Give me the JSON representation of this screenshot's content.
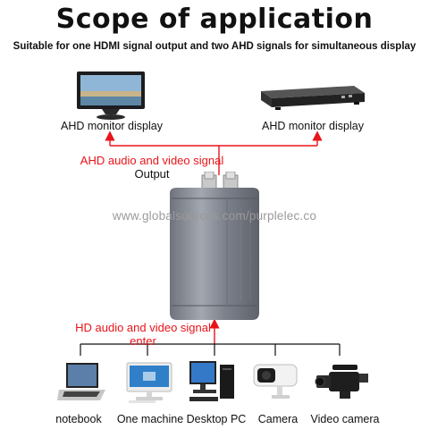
{
  "header": {
    "title": "Scope of application",
    "subtitle": "Suitable for one HDMI signal output and two AHD signals for simultaneous display"
  },
  "outputs": [
    {
      "label": "AHD monitor display",
      "icon": "monitor-icon"
    },
    {
      "label": "AHD monitor display",
      "icon": "dvr-recorder-icon"
    }
  ],
  "output_signal": {
    "line1": "AHD audio and video signal",
    "line2": "Output"
  },
  "watermark": "www.globalsources.com/purplelec.co",
  "input_signal": {
    "line1": "HD audio and video signal",
    "line2": "enter"
  },
  "sources": [
    {
      "label": "notebook",
      "icon": "laptop-icon"
    },
    {
      "label": "One machine",
      "icon": "all-in-one-pc-icon"
    },
    {
      "label": "Desktop PC",
      "icon": "desktop-pc-icon"
    },
    {
      "label": "Camera",
      "icon": "security-camera-icon"
    },
    {
      "label": "Video camera",
      "icon": "video-camera-icon"
    }
  ],
  "colors": {
    "signal_text": "#e8141a",
    "arrow": "#e8141a",
    "device_body": "#8a8e98"
  }
}
